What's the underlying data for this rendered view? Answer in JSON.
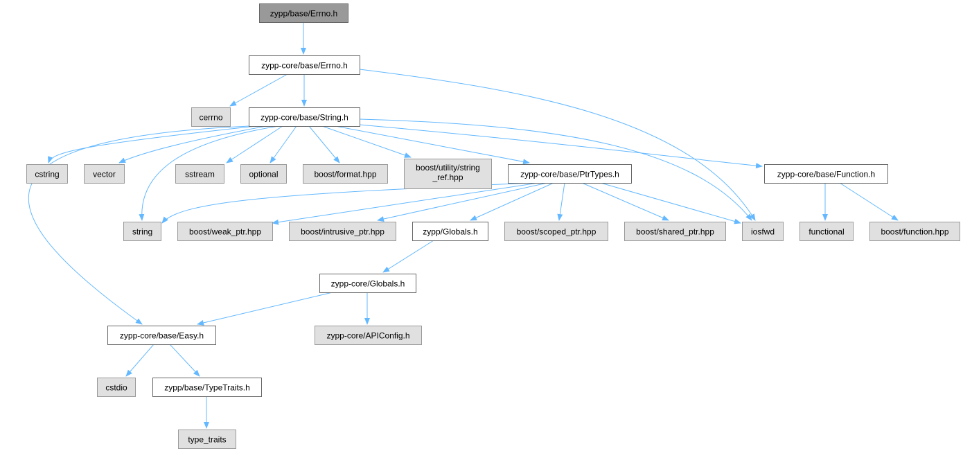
{
  "diagram": {
    "type": "include-dependency-graph",
    "colors": {
      "root_fill": "#999999",
      "project_fill": "#ffffff",
      "external_fill": "#e0e0e0",
      "external_border": "#999999",
      "border": "#666666",
      "edge": "#63b8ff"
    },
    "nodes": [
      {
        "id": "root",
        "label": "zypp/base/Errno.h",
        "kind": "root"
      },
      {
        "id": "core_errno",
        "label": "zypp-core/base/Errno.h",
        "kind": "project"
      },
      {
        "id": "cerrno",
        "label": "cerrno",
        "kind": "external"
      },
      {
        "id": "string_h",
        "label": "zypp-core/base/String.h",
        "kind": "project"
      },
      {
        "id": "cstring",
        "label": "cstring",
        "kind": "external"
      },
      {
        "id": "vector",
        "label": "vector",
        "kind": "external"
      },
      {
        "id": "sstream",
        "label": "sstream",
        "kind": "external"
      },
      {
        "id": "optional",
        "label": "optional",
        "kind": "external"
      },
      {
        "id": "boost_format",
        "label": "boost/format.hpp",
        "kind": "external"
      },
      {
        "id": "string_ref",
        "label": "boost/utility/string_ref.hpp",
        "lines": [
          "boost/utility/string",
          "_ref.hpp"
        ],
        "kind": "external"
      },
      {
        "id": "ptrtypes",
        "label": "zypp-core/base/PtrTypes.h",
        "kind": "project"
      },
      {
        "id": "function_h",
        "label": "zypp-core/base/Function.h",
        "kind": "project"
      },
      {
        "id": "string",
        "label": "string",
        "kind": "external"
      },
      {
        "id": "weak_ptr",
        "label": "boost/weak_ptr.hpp",
        "kind": "external"
      },
      {
        "id": "intrusive_ptr",
        "label": "boost/intrusive_ptr.hpp",
        "kind": "external"
      },
      {
        "id": "zypp_globals",
        "label": "zypp/Globals.h",
        "kind": "project"
      },
      {
        "id": "scoped_ptr",
        "label": "boost/scoped_ptr.hpp",
        "kind": "external"
      },
      {
        "id": "shared_ptr",
        "label": "boost/shared_ptr.hpp",
        "kind": "external"
      },
      {
        "id": "iosfwd",
        "label": "iosfwd",
        "kind": "external"
      },
      {
        "id": "functional",
        "label": "functional",
        "kind": "external"
      },
      {
        "id": "boost_function",
        "label": "boost/function.hpp",
        "kind": "external"
      },
      {
        "id": "core_globals",
        "label": "zypp-core/Globals.h",
        "kind": "project"
      },
      {
        "id": "easy_h",
        "label": "zypp-core/base/Easy.h",
        "kind": "project"
      },
      {
        "id": "apiconfig",
        "label": "zypp-core/APIConfig.h",
        "kind": "external"
      },
      {
        "id": "cstdio",
        "label": "cstdio",
        "kind": "external"
      },
      {
        "id": "typetraits_h",
        "label": "zypp/base/TypeTraits.h",
        "kind": "project"
      },
      {
        "id": "type_traits",
        "label": "type_traits",
        "kind": "external"
      }
    ],
    "edges": [
      [
        "root",
        "core_errno"
      ],
      [
        "core_errno",
        "cerrno"
      ],
      [
        "core_errno",
        "string_h"
      ],
      [
        "core_errno",
        "iosfwd"
      ],
      [
        "string_h",
        "cstring"
      ],
      [
        "string_h",
        "vector"
      ],
      [
        "string_h",
        "string"
      ],
      [
        "string_h",
        "sstream"
      ],
      [
        "string_h",
        "optional"
      ],
      [
        "string_h",
        "boost_format"
      ],
      [
        "string_h",
        "string_ref"
      ],
      [
        "string_h",
        "ptrtypes"
      ],
      [
        "string_h",
        "function_h"
      ],
      [
        "string_h",
        "iosfwd"
      ],
      [
        "string_h",
        "easy_h"
      ],
      [
        "ptrtypes",
        "string"
      ],
      [
        "ptrtypes",
        "weak_ptr"
      ],
      [
        "ptrtypes",
        "intrusive_ptr"
      ],
      [
        "ptrtypes",
        "zypp_globals"
      ],
      [
        "ptrtypes",
        "scoped_ptr"
      ],
      [
        "ptrtypes",
        "shared_ptr"
      ],
      [
        "ptrtypes",
        "iosfwd"
      ],
      [
        "function_h",
        "functional"
      ],
      [
        "function_h",
        "boost_function"
      ],
      [
        "zypp_globals",
        "core_globals"
      ],
      [
        "core_globals",
        "easy_h"
      ],
      [
        "core_globals",
        "apiconfig"
      ],
      [
        "easy_h",
        "cstdio"
      ],
      [
        "easy_h",
        "typetraits_h"
      ],
      [
        "typetraits_h",
        "type_traits"
      ]
    ]
  }
}
